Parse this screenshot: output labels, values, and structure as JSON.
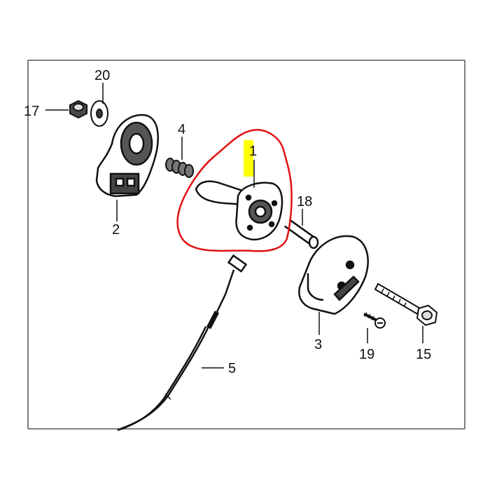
{
  "diagram": {
    "type": "exploded-parts-diagram",
    "callouts": [
      {
        "id": "1",
        "label": "1",
        "highlighted": true
      },
      {
        "id": "2",
        "label": "2"
      },
      {
        "id": "3",
        "label": "3"
      },
      {
        "id": "4",
        "label": "4"
      },
      {
        "id": "5",
        "label": "5"
      },
      {
        "id": "15",
        "label": "15"
      },
      {
        "id": "17",
        "label": "17"
      },
      {
        "id": "18",
        "label": "18"
      },
      {
        "id": "19",
        "label": "19"
      },
      {
        "id": "20",
        "label": "20"
      }
    ],
    "colors": {
      "line": "#111111",
      "part_fill": "#ffffff",
      "shading": "#3a3a3a",
      "highlight_marker": "#ffff00",
      "selection_outline": "#e01010",
      "frame": "#555555"
    }
  }
}
